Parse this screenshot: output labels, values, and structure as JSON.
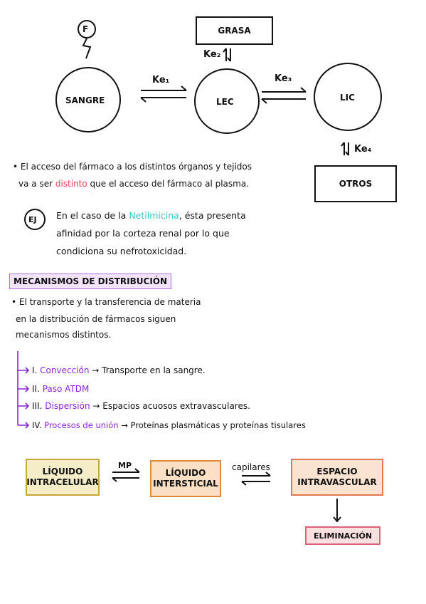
{
  "diagram": {
    "f_label": "F",
    "grasa": "GRASA",
    "otros": "OTROS",
    "sangre": "SANGRE",
    "lec": "LEC",
    "lic": "LIC",
    "ke1": "Ke₁",
    "ke2": "Ke₂",
    "ke3": "Ke₃",
    "ke4": "Ke₄"
  },
  "note": {
    "line1": "• El acceso del fármaco a los distintos órganos y tejidos",
    "line2_a": "va a ser ",
    "line2_highlight": "distinto",
    "line2_b": " que el acceso del fármaco al plasma."
  },
  "example": {
    "marker": "EJ",
    "line1_a": "En el caso de la ",
    "line1_highlight": "Netilmicina",
    "line1_b": ", ésta presenta",
    "line2": "afinidad por la corteza renal por lo que",
    "line3": "condiciona su nefrotoxicidad."
  },
  "mechanisms": {
    "title": "MECANISMOS DE DISTRIBUCIÓN",
    "intro1": "• El transporte y la transferencia de materia",
    "intro2": "en la distribución de fármacos siguen",
    "intro3": "mecanismos distintos.",
    "items": [
      {
        "num": "I. ",
        "name": "Convección",
        "desc": " → Transporte en la sangre."
      },
      {
        "num": "II. ",
        "name": "Paso ATDM",
        "desc": ""
      },
      {
        "num": "III. ",
        "name": "Dispersión",
        "desc": " → Espacios acuosos extravasculares."
      },
      {
        "num": "IV. ",
        "name": "Procesos de unión",
        "desc": " → Proteínas plasmáticas y proteínas tisulares"
      }
    ]
  },
  "flow": {
    "box1": "LÍQUIDO INTRACELULAR",
    "box2": "LÍQUIDO INTERSTICIAL",
    "box3": "ESPACIO INTRAVASCULAR",
    "box4": "ELIMINACIÓN",
    "arrow1": "MP",
    "arrow2": "capilares",
    "colors": {
      "box1": "#f5edc8",
      "box2": "#fbe0c6",
      "box3": "#fbe3d2",
      "box4": "#fbe0e2",
      "border1": "#c9a63a",
      "border2": "#e08a3c",
      "border3": "#e07a4a",
      "border4": "#e0607a"
    }
  }
}
